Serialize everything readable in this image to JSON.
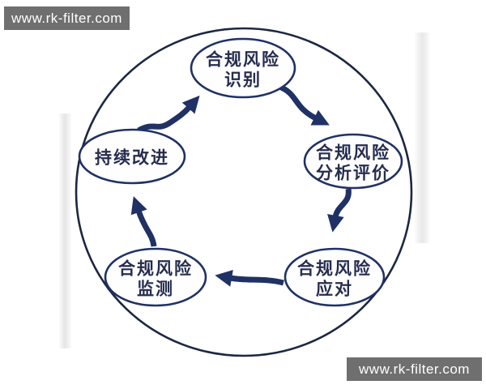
{
  "watermarks": {
    "top_left": "www.rk-filter.com",
    "bottom_right": "www.rk-filter.com"
  },
  "colors": {
    "navy": "#203165",
    "outline": "#1c2742",
    "ink": "#262d4f",
    "node-fill": "#fefefe",
    "bg": "#ffffff",
    "watermark-bg": "#6f6f6f",
    "watermark-fg": "#ffffff"
  },
  "diagram": {
    "type": "cycle",
    "nodes": [
      {
        "id": "identify",
        "lines": [
          "合规风险",
          "识别"
        ]
      },
      {
        "id": "analyze",
        "lines": [
          "合规风险",
          "分析评价"
        ]
      },
      {
        "id": "respond",
        "lines": [
          "合规风险",
          "应对"
        ]
      },
      {
        "id": "monitor",
        "lines": [
          "合规风险",
          "监测"
        ]
      },
      {
        "id": "improve",
        "lines": [
          "持续改进"
        ]
      }
    ],
    "edges": [
      {
        "from": "identify",
        "to": "analyze"
      },
      {
        "from": "analyze",
        "to": "respond"
      },
      {
        "from": "respond",
        "to": "monitor"
      },
      {
        "from": "monitor",
        "to": "improve"
      },
      {
        "from": "improve",
        "to": "identify"
      }
    ]
  }
}
